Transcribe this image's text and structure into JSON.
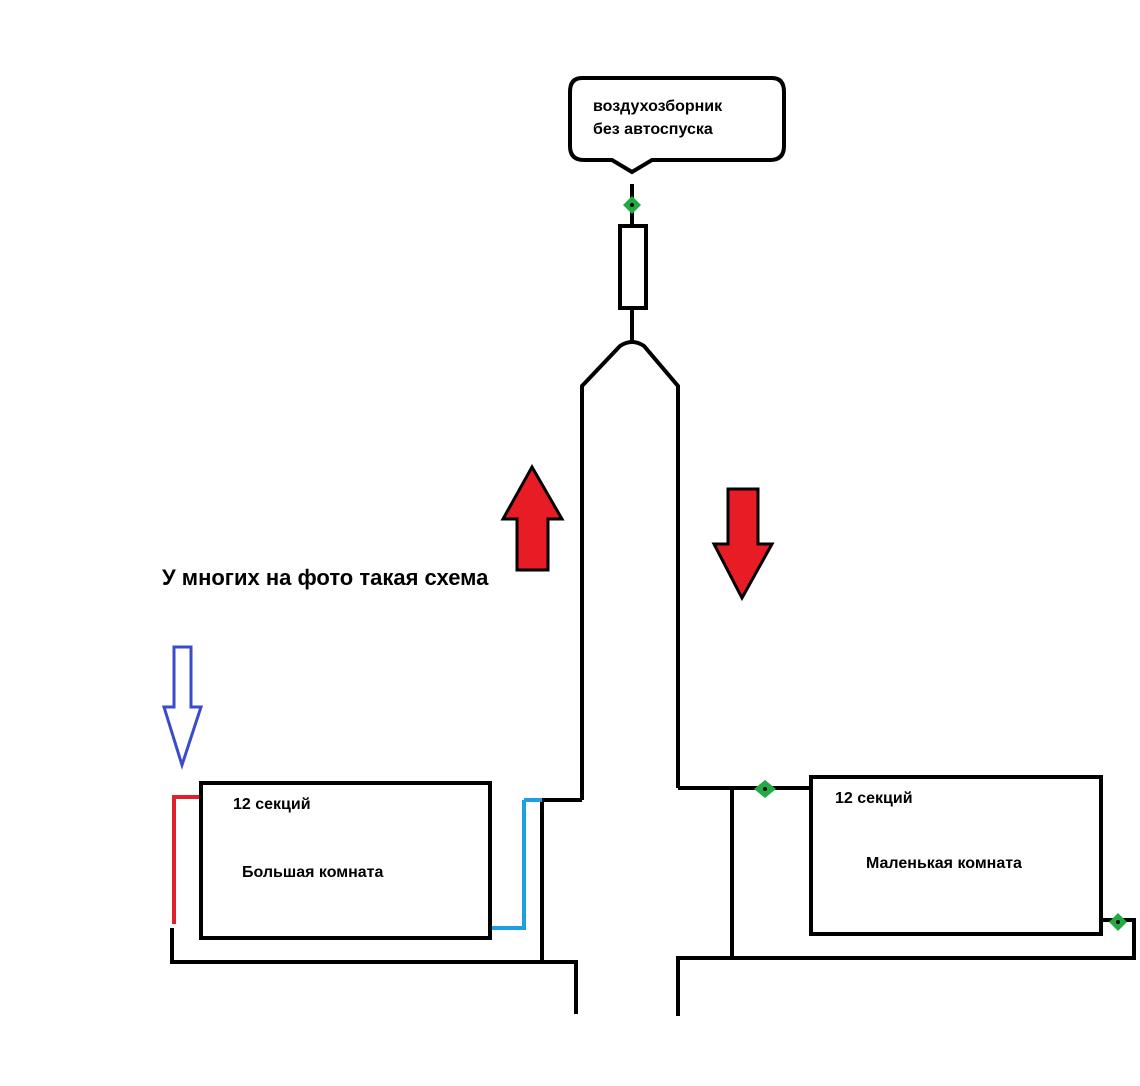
{
  "callout": {
    "line1": "воздухозборник",
    "line2": "без автоспуска"
  },
  "heading": "У многих на фото такая схема",
  "left_radiator": {
    "sections": "12 секций",
    "room": "Большая комната"
  },
  "right_radiator": {
    "sections": "12 секций",
    "room": "Маленькая комната"
  },
  "colors": {
    "pipe": "#000000",
    "hot_supply": "#e0202a",
    "cold_return": "#1ea0e0",
    "flow_arrow_red": "#e81c24",
    "flow_arrow_blue": "#3a4bcc",
    "valve": "#22aa44"
  },
  "icons": {
    "up_arrow": "arrow-up-icon",
    "down_arrow": "arrow-down-icon",
    "inlet_arrow": "arrow-down-outline-icon",
    "valve": "ball-valve-icon"
  }
}
